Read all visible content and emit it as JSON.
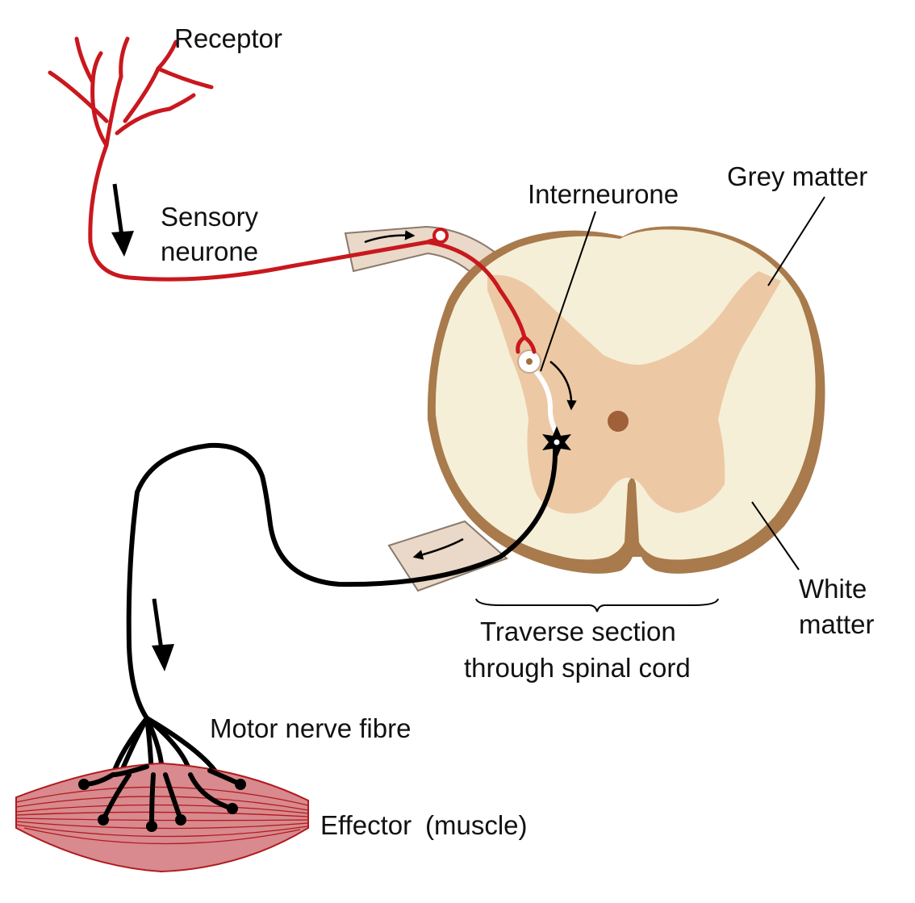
{
  "labels": {
    "receptor": "Receptor",
    "sensory_line1": "Sensory",
    "sensory_line2": "neurone",
    "interneurone": "Interneurone",
    "grey_matter": "Grey matter",
    "white_line1": "White",
    "white_line2": "matter",
    "section_line1": "Traverse section",
    "section_line2": "through spinal cord",
    "motor": "Motor nerve fibre",
    "effector": "Effector",
    "muscle": "(muscle)"
  },
  "colors": {
    "sensory_neurone": "#c8181e",
    "motor_neurone": "#000000",
    "white_matter": "#f6efd8",
    "cord_outline": "#a87a4c",
    "grey_matter": "#ecc9a4",
    "central_canal": "#a0603a",
    "nerve_root": "#ead8c8",
    "muscle_fill": "#d88a8e",
    "muscle_stroke": "#b01a1e"
  },
  "icons": {
    "sensory_arrow": "arrow-down-icon",
    "motor_arrow": "arrow-down-icon",
    "root_arrow_in": "arrow-right-icon",
    "root_arrow_out": "arrow-left-icon",
    "synapse_arrow": "arrow-curved-icon"
  }
}
